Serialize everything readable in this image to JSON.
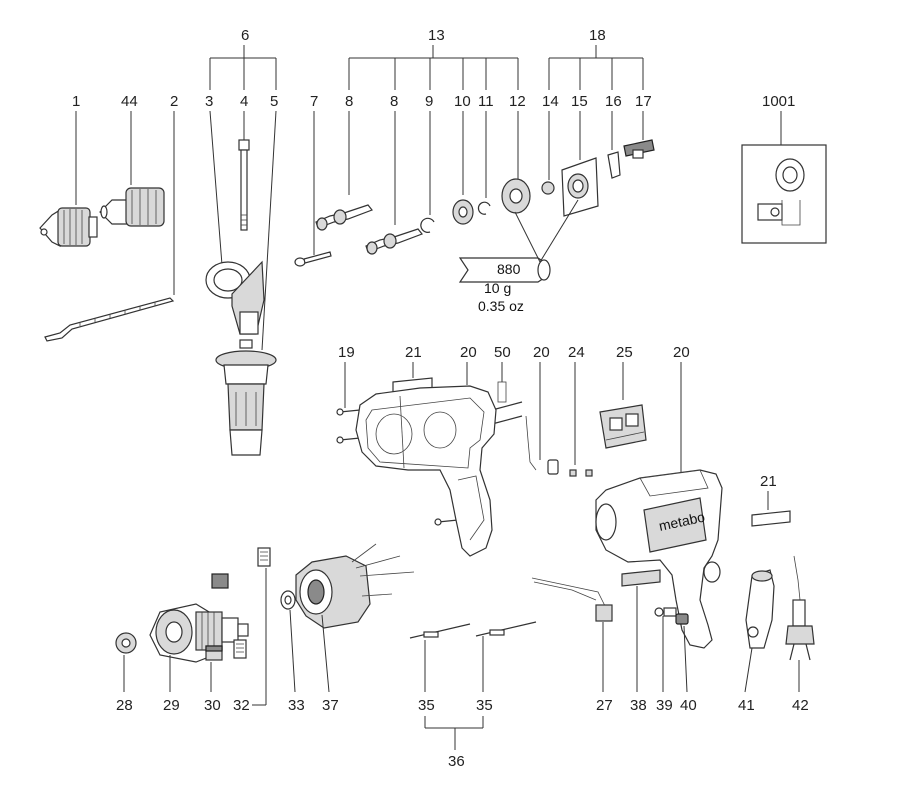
{
  "callouts": {
    "n1": "1",
    "n44": "44",
    "n2": "2",
    "n3": "3",
    "n4": "4",
    "n5": "5",
    "n6": "6",
    "n7": "7",
    "n8a": "8",
    "n8b": "8",
    "n9": "9",
    "n10": "10",
    "n11": "11",
    "n12": "12",
    "n13": "13",
    "n14": "14",
    "n15": "15",
    "n16": "16",
    "n17": "17",
    "n18": "18",
    "n1001": "1001",
    "n19": "19",
    "n21a": "21",
    "n20a": "20",
    "n50": "50",
    "n20b": "20",
    "n24": "24",
    "n25": "25",
    "n20c": "20",
    "n21b": "21",
    "n28": "28",
    "n29": "29",
    "n30": "30",
    "n32": "32",
    "n33": "33",
    "n37": "37",
    "n35a": "35",
    "n35b": "35",
    "n36": "36",
    "n27": "27",
    "n38": "38",
    "n39": "39",
    "n40": "40",
    "n41": "41",
    "n42": "42"
  },
  "grease_tube": {
    "code": "880",
    "amount_g": "10 g",
    "amount_oz": "0.35 oz"
  },
  "housing_brand": "metabo",
  "icons": [
    "drill-chuck-icon",
    "keyless-chuck-icon",
    "depth-stop-icon",
    "side-handle-icon",
    "housing-half-icon",
    "switch-icon",
    "armature-icon",
    "stator-icon",
    "carbon-brush-icon",
    "power-cord-icon",
    "gear-icon",
    "bearing-icon"
  ],
  "colors": {
    "line": "#333333",
    "fill_gray": "#d9d9d9",
    "fill_dark": "#8a8a8a"
  }
}
